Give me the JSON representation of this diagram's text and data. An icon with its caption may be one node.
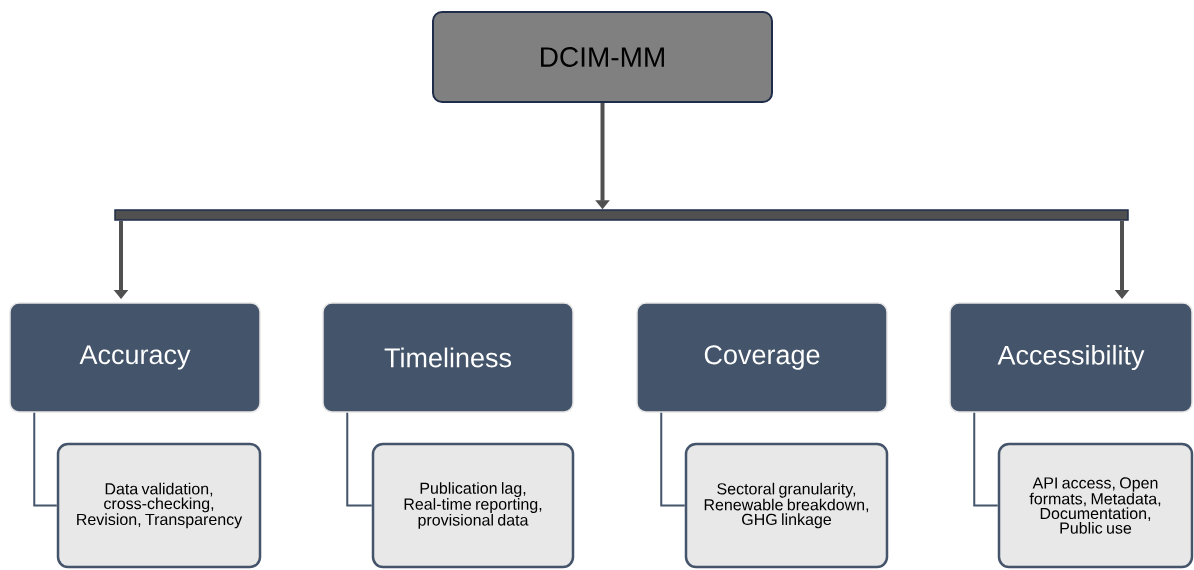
{
  "diagram": {
    "nodes": [
      {
        "text": [
          "DCIM-MM"
        ]
      },
      {
        "text": [],
        "shape": "bar"
      },
      {
        "text": [
          "Accuracy"
        ]
      },
      {
        "text": [
          "Data validation, cross-checking, Revision, Transparency"
        ]
      },
      {
        "text": [
          "Timeliness"
        ]
      },
      {
        "text": [
          "Publication lag, Real-time reporting, provisional data"
        ]
      },
      {
        "text": [
          "Coverage"
        ]
      },
      {
        "text": [
          "Sectoral granularity, Renewable breakdown, GHG linkage"
        ]
      },
      {
        "text": [
          "Accessibility"
        ]
      },
      {
        "text": [
          "API access, Open formats, Metadata, Documentation, Public use"
        ]
      }
    ],
    "edges": [
      {
        "from": 0,
        "to": 1,
        "arrow": "to",
        "style": "thick",
        "color": "#505050"
      },
      {
        "from": 1,
        "to": 2,
        "arrow": "to",
        "style": "thick",
        "color": "#505050"
      },
      {
        "from": 1,
        "to": 8,
        "arrow": "to",
        "style": "thick",
        "color": "#505050"
      },
      {
        "from": 2,
        "to": 3,
        "arrow": "none"
      },
      {
        "from": 4,
        "to": 5,
        "arrow": "none"
      },
      {
        "from": 6,
        "to": 7,
        "arrow": "none"
      },
      {
        "from": 8,
        "to": 9,
        "arrow": "none"
      }
    ]
  }
}
